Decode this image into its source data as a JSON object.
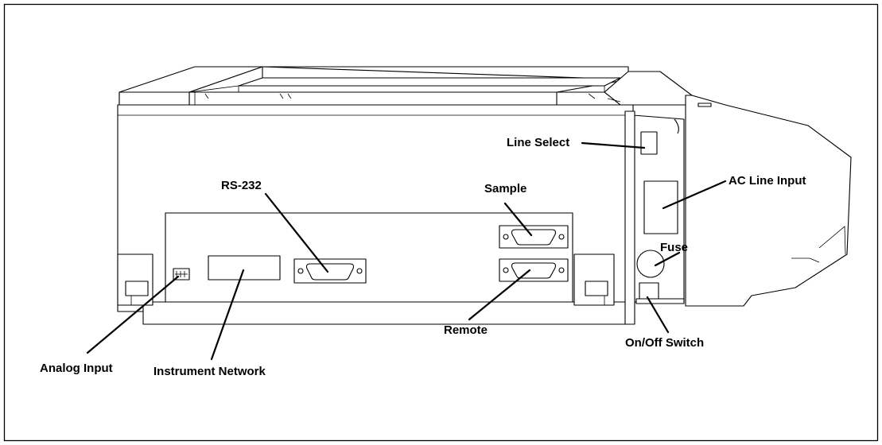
{
  "labels": {
    "line_select": "Line Select",
    "rs232": "RS-232",
    "sample": "Sample",
    "ac_line_input": "AC Line Input",
    "fuse": "Fuse",
    "remote": "Remote",
    "on_off_switch": "On/Off Switch",
    "analog_input": "Analog Input",
    "instrument_network": "Instrument Network"
  }
}
